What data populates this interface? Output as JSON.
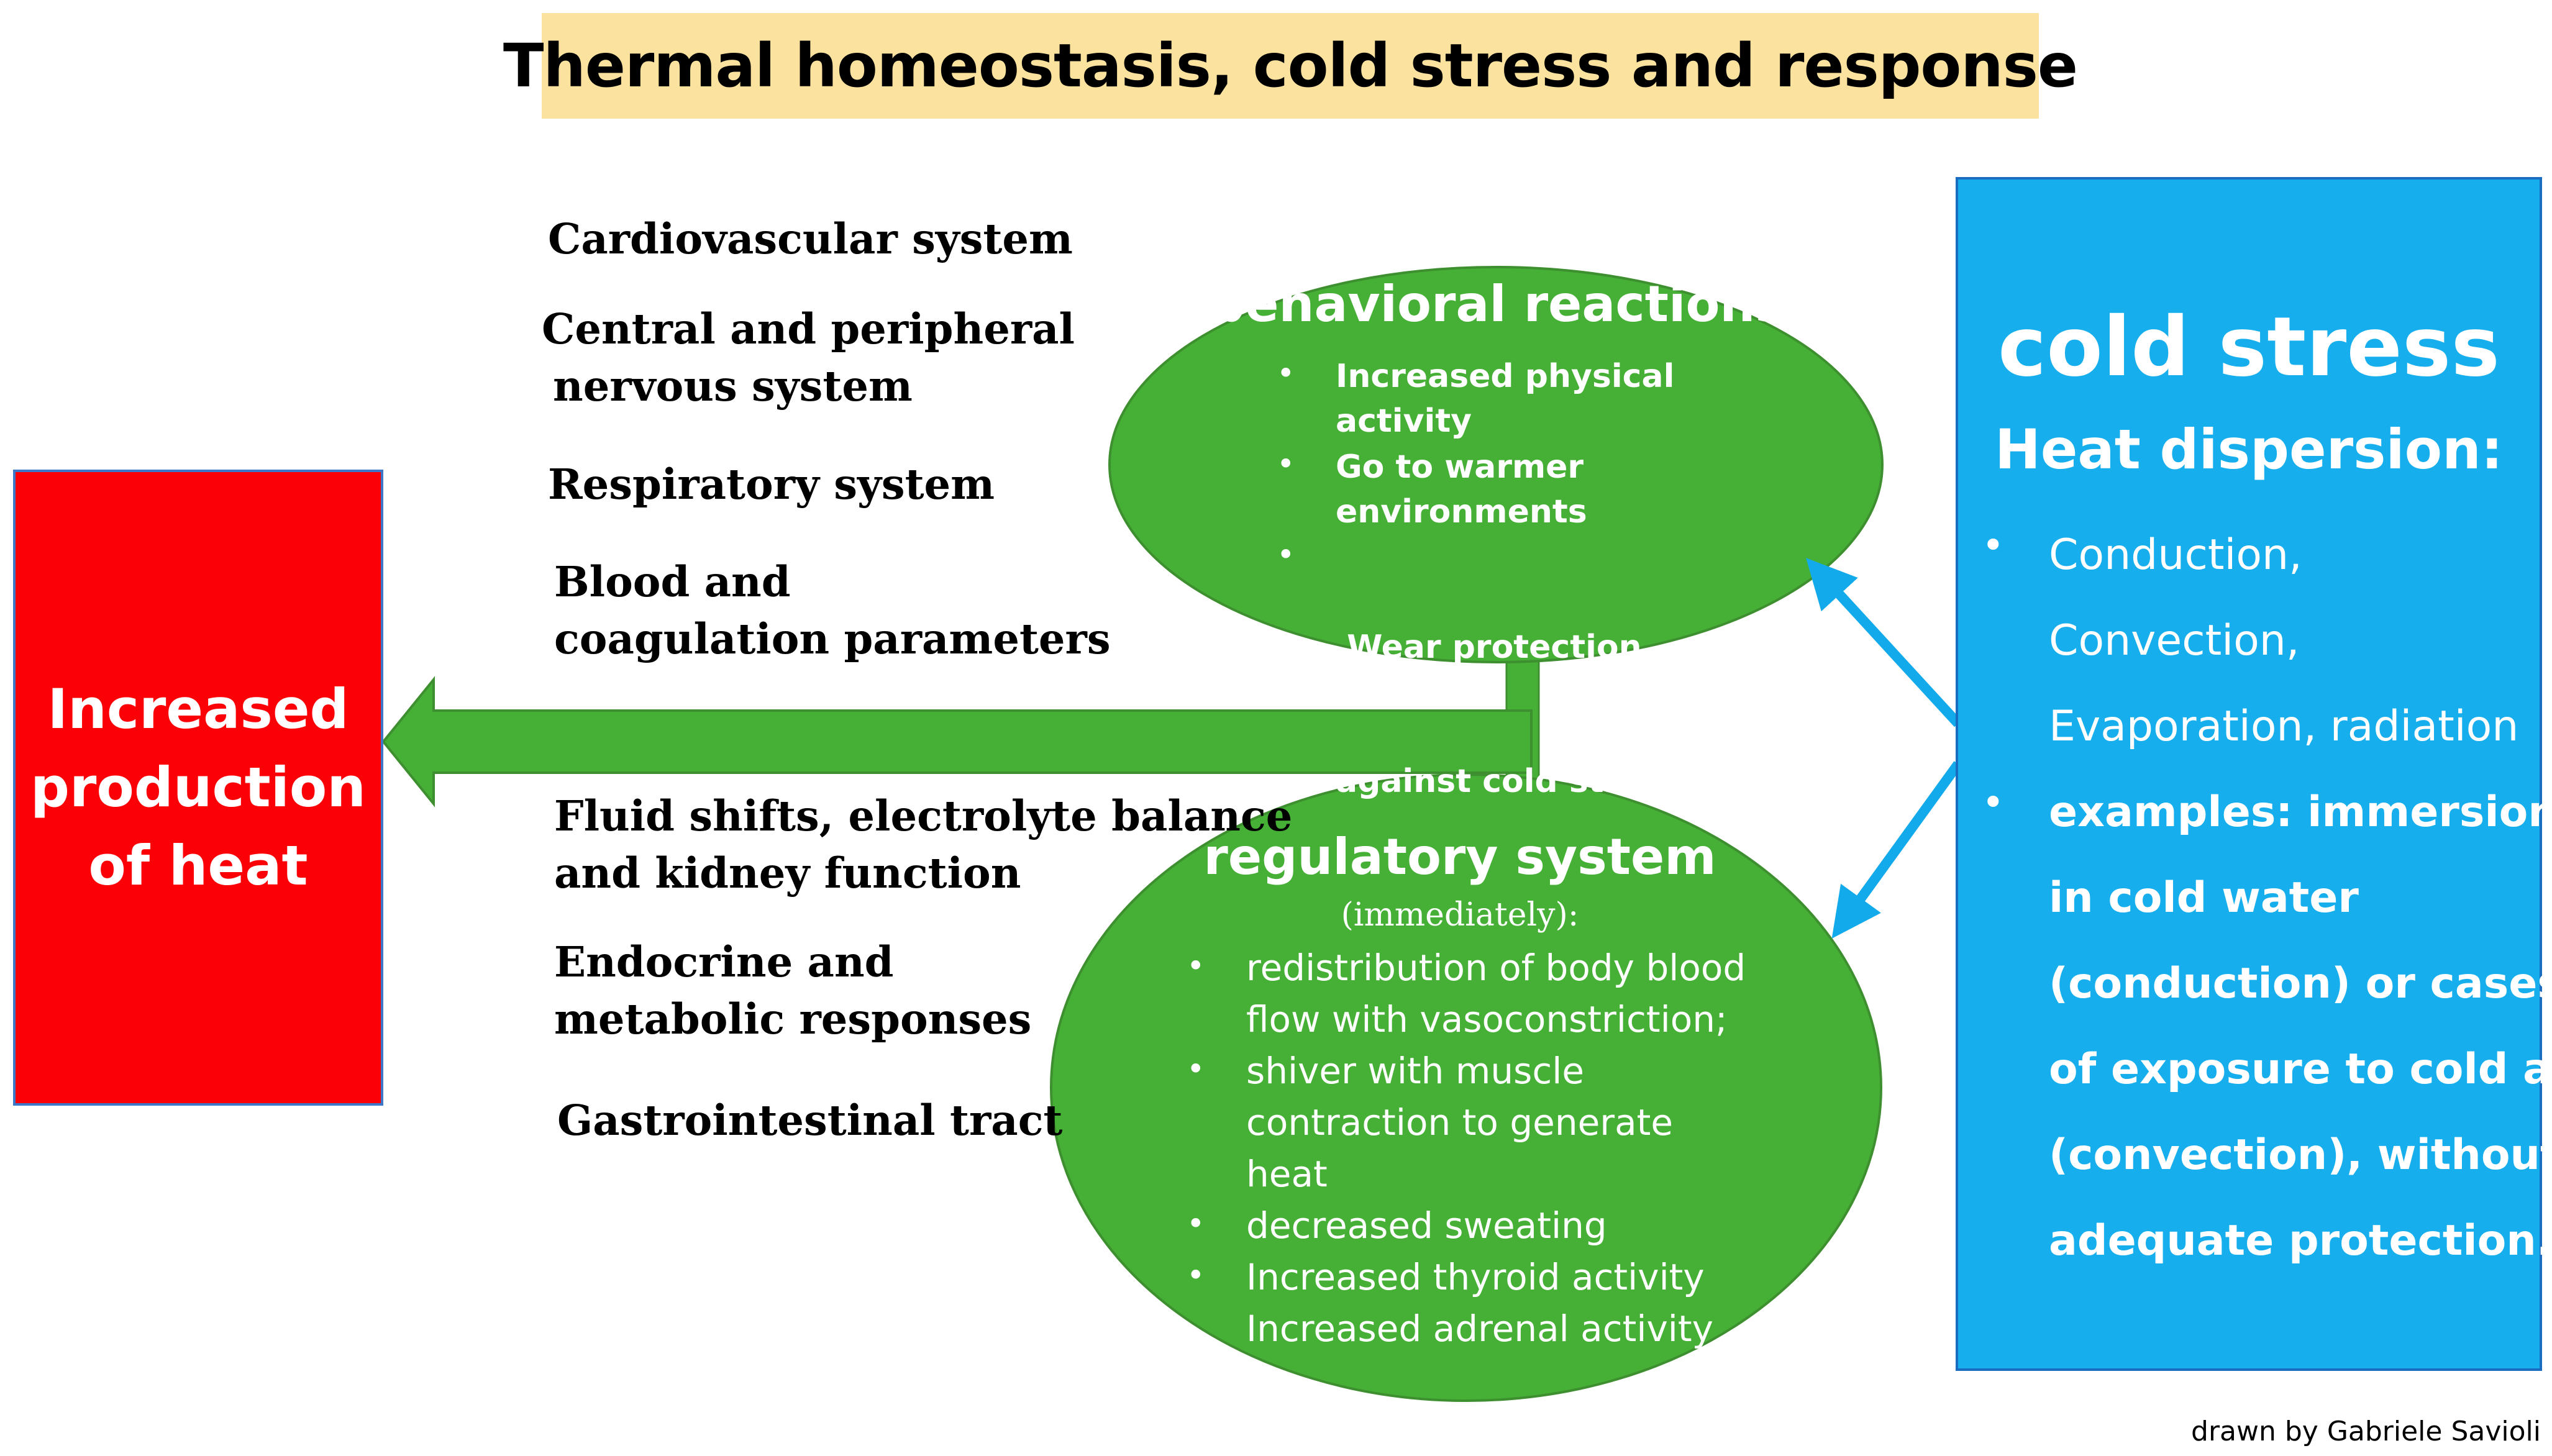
{
  "title": "Thermal homeostasis, cold stress and response",
  "output_box": {
    "lines": [
      "Increased",
      "production",
      "of heat"
    ]
  },
  "systems": [
    [
      "Cardiovascular system"
    ],
    [
      "Central and peripheral",
      "nervous system"
    ],
    [
      "Respiratory system"
    ],
    [
      "Blood and",
      "coagulation parameters"
    ],
    [
      "Fluid shifts, electrolyte balance",
      "and kidney function"
    ],
    [
      "Endocrine and",
      "metabolic responses"
    ],
    [
      "Gastrointestinal tract"
    ]
  ],
  "behavioral": {
    "title": "behavioral reactions",
    "items": [
      [
        "Increased physical",
        "activity"
      ],
      [
        "Go to warmer",
        "environments"
      ],
      [
        " Wear protection",
        "against cold stress,"
      ]
    ]
  },
  "regulatory": {
    "title": "regulatory system",
    "subtitle": "(immediately):",
    "items": [
      [
        "redistribution of body blood",
        "flow with vasoconstriction;"
      ],
      [
        "shiver with muscle",
        "contraction to generate",
        "heat"
      ],
      [
        "decreased sweating"
      ],
      [
        "Increased thyroid activity",
        "Increased adrenal activity"
      ]
    ]
  },
  "cold_stress": {
    "title": "cold stress",
    "subtitle": "Heat dispersion:",
    "mechanisms": [
      "Conduction,",
      "Convection,",
      "Evaporation, radiation"
    ],
    "examples": [
      "examples: immersion",
      "in cold water",
      "(conduction) or cases",
      "of exposure to cold air",
      "(convection), without",
      "adequate protection."
    ]
  },
  "credit": "drawn by Gabriele Savioli",
  "colors": {
    "title_bg": "#fbe39f",
    "red": "#fb0007",
    "green": "#45b035",
    "blue": "#16aeec",
    "arrow_blue": "#12aaea"
  }
}
